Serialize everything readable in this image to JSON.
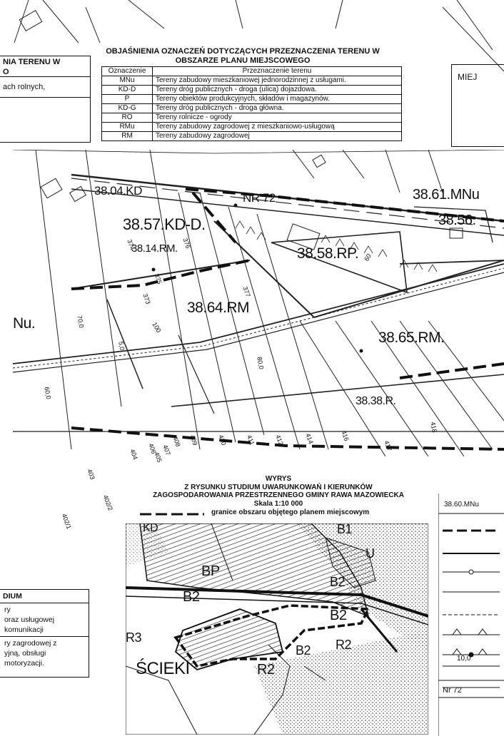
{
  "top_legend": {
    "title_line1": "OBJAŚNIENIA OZNACZEŃ DOTYCZĄCYCH PRZEZNACZENIA TERENU W",
    "title_line2": "OBSZARZE PLANU MIEJSCOWEGO",
    "header_code": "Oznaczenie",
    "header_desc": "Przeznaczenie terenu",
    "rows": [
      {
        "code": "MNu",
        "desc": "Tereny zabudowy mieszkaniowej jednorodzinnej z usługami."
      },
      {
        "code": "KD-D",
        "desc": "Tereny dróg publicznych - droga (ulica) dojazdowa."
      },
      {
        "code": "P",
        "desc": "Tereny obiektów produkcyjnych, składów i magazynów."
      },
      {
        "code": "KD-G",
        "desc": "Tereny dróg publicznych - droga główna."
      },
      {
        "code": "RO",
        "desc": "Tereny rolnicze - ogrody"
      },
      {
        "code": "RMu",
        "desc": "Tereny zabudowy zagrodowej z mieszkaniowo-usługową"
      },
      {
        "code": "RM",
        "desc": "Tereny zabudowy zagrodowej"
      }
    ]
  },
  "left_box": {
    "line1": "NIA TERENU W",
    "line2": "O",
    "line3": "ach rolnych,"
  },
  "right_box": {
    "text": "MIEJ"
  },
  "map_labels": {
    "l1": "38.04.KD",
    "l2": "NR 72",
    "l3": "38.61.MNu",
    "l4": "38.56.",
    "l5": "38.57.KD-D.",
    "l6": "38.14.RM.",
    "l7": "38.58.RP.",
    "l8": "38.64.RM",
    "l9": "Nu.",
    "l10": "38.65.RM.",
    "l11": "38.38.R."
  },
  "parcel_numbers": [
    "404",
    "406",
    "405",
    "407",
    "408",
    "409",
    "410",
    "411",
    "412",
    "414",
    "416",
    "417",
    "403",
    "402/2",
    "402/1",
    "373",
    "375",
    "377",
    "374",
    "376",
    "60",
    "100",
    "70,0",
    "5,0",
    "60,0",
    "80,0",
    "418"
  ],
  "wyrys": {
    "line1": "WYRYS",
    "line2": "Z RYSUNKU STUDIUM UWARUNKOWAŃ I KIERUNKÓW",
    "line3": "ZAGOSPODAROWANIA PRZESTRZENNEGO GMINY RAWA MAZOWIECKA",
    "line4": "Skala 1:10 000",
    "line5": "granice obszaru objętego planem miejscowym",
    "labels": {
      "b1": "B1",
      "u": "U",
      "bp": "BP",
      "b2a": "B2",
      "b2b": "B2",
      "b2c": "B2",
      "b2d": "B2",
      "r2": "R2",
      "r2b": "R2",
      "r3": "R3",
      "scieki": "ŚCIEKI",
      "kd": "KD"
    }
  },
  "side_legend": {
    "code": "38.60.MNu",
    "value": "10,0",
    "road": "Nr 72"
  },
  "bottom_left_box": {
    "title": "DIUM",
    "line1": "ry",
    "line2": "oraz usługowej",
    "line3": "komunikacji",
    "line4": "ry zagrodowej z",
    "line5": "yjną, obsługi",
    "line6": "motoryzacji."
  }
}
